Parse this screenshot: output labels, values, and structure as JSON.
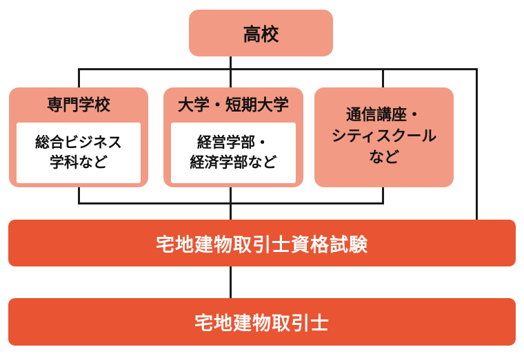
{
  "colors": {
    "node_salmon": "#F29A84",
    "bar_orange": "#E95432",
    "connector_black": "#1A1A1A",
    "inner_box_white": "#FFFFFF",
    "text_dark": "#111111",
    "text_white": "#FFFFFF"
  },
  "nodes": {
    "highschool": {
      "label": "高校"
    },
    "vocational_school": {
      "title": "専門学校",
      "detail": "総合ビジネス\n学科など"
    },
    "university": {
      "title": "大学・短期大学",
      "detail": "経営学部・\n経済学部など"
    },
    "correspondence_course": {
      "label": "通信講座・\nシティスクール\nなど"
    },
    "qualification_exam": {
      "label": "宅地建物取引士資格試験"
    },
    "license": {
      "label": "宅地建物取引士"
    }
  }
}
